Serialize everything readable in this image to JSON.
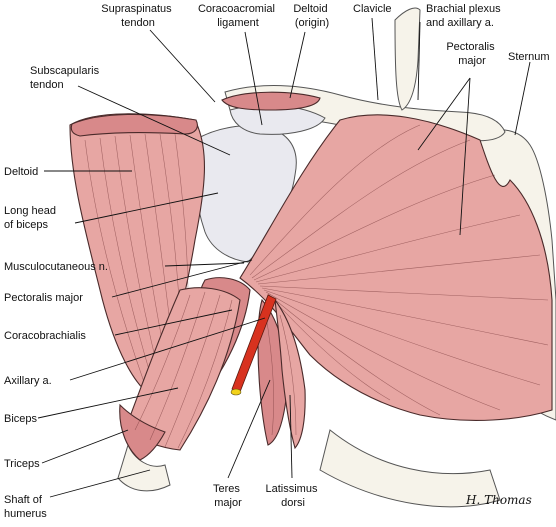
{
  "labels": {
    "supraspinatus_tendon": [
      "Supraspinatus",
      "tendon"
    ],
    "coracoacromial_ligament": [
      "Coracoacromial",
      "ligament"
    ],
    "deltoid_origin": [
      "Deltoid",
      "(origin)"
    ],
    "clavicle": "Clavicle",
    "brachial_plexus": [
      "Brachial plexus",
      "and axillary a."
    ],
    "subscapularis_tendon": [
      "Subscapularis",
      "tendon"
    ],
    "pectoralis_major_top": [
      "Pectoralis",
      "major"
    ],
    "sternum": "Sternum",
    "deltoid": "Deltoid",
    "long_head_biceps": [
      "Long head",
      "of biceps"
    ],
    "musculocutaneous": "Musculocutaneous n.",
    "pectoralis_major_left": "Pectoralis major",
    "coracobrachialis": "Coracobrachialis",
    "axillary_a": "Axillary a.",
    "biceps": "Biceps",
    "triceps": "Triceps",
    "shaft_humerus": [
      "Shaft of",
      "humerus"
    ],
    "teres_major": [
      "Teres",
      "major"
    ],
    "latissimus_dorsi": [
      "Latissimus",
      "dorsi"
    ]
  },
  "signature": "H. Thomas",
  "colors": {
    "muscle": "#e7a6a3",
    "muscle_dark": "#d8898a",
    "bone": "#f6f3ea",
    "tendon": "#e9e9ef",
    "artery": "#d8321f",
    "nerve": "#f2d21a"
  }
}
